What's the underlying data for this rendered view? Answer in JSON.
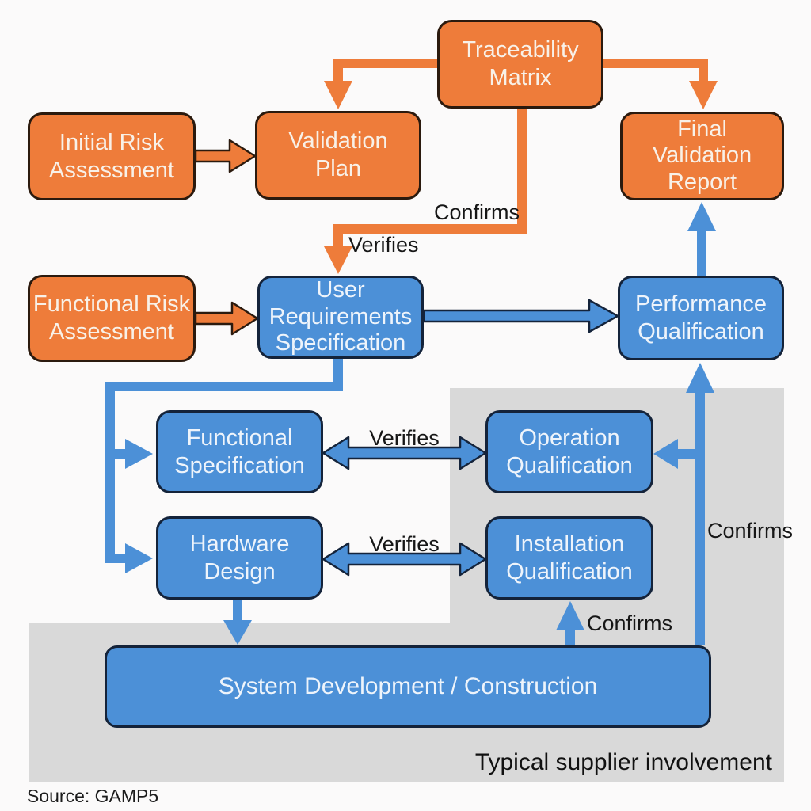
{
  "title": "GAMP5 computer system validation V-model",
  "colors": {
    "orange": "#ee7c3a",
    "orange_border": "#2b1a0e",
    "blue": "#4c90d7",
    "blue_border": "#14233a",
    "gray_region": "#d9d9d9",
    "background": "#fbfafa",
    "label_text": "#161616",
    "node_text_orange": "#f8f1e8",
    "node_text_blue": "#eef4fb"
  },
  "nodes": {
    "traceability_matrix": {
      "label": "Traceability\nMatrix",
      "type": "orange"
    },
    "initial_risk_assessment": {
      "label": "Initial Risk\nAssessment",
      "type": "orange"
    },
    "validation_plan": {
      "label": "Validation\nPlan",
      "type": "orange"
    },
    "final_validation_report": {
      "label": "Final\nValidation\nReport",
      "type": "orange"
    },
    "functional_risk_assessment": {
      "label": "Functional Risk\nAssessment",
      "type": "orange"
    },
    "user_requirements_specification": {
      "label": "User\nRequirements\nSpecification",
      "type": "blue"
    },
    "performance_qualification": {
      "label": "Performance\nQualification",
      "type": "blue"
    },
    "functional_specification": {
      "label": "Functional\nSpecification",
      "type": "blue"
    },
    "operation_qualification": {
      "label": "Operation\nQualification",
      "type": "blue"
    },
    "hardware_design": {
      "label": "Hardware\nDesign",
      "type": "blue"
    },
    "installation_qualification": {
      "label": "Installation\nQualification",
      "type": "blue"
    },
    "system_development": {
      "label": "System Development / Construction",
      "type": "blue"
    }
  },
  "edge_labels": {
    "confirms_top": "Confirms",
    "verifies_top": "Verifies",
    "verifies_fs_oq": "Verifies",
    "verifies_hd_iq": "Verifies",
    "confirms_right": "Confirms",
    "confirms_sd_iq": "Confirms"
  },
  "edges": [
    {
      "from": "initial_risk_assessment",
      "to": "validation_plan",
      "color": "orange"
    },
    {
      "from": "traceability_matrix",
      "to": "validation_plan",
      "color": "orange"
    },
    {
      "from": "traceability_matrix",
      "to": "final_validation_report",
      "color": "orange"
    },
    {
      "from": "traceability_matrix",
      "to": "user_requirements_specification",
      "color": "orange",
      "labels": [
        "Confirms",
        "Verifies"
      ]
    },
    {
      "from": "functional_risk_assessment",
      "to": "user_requirements_specification",
      "color": "orange"
    },
    {
      "from": "user_requirements_specification",
      "to": "performance_qualification",
      "color": "blue"
    },
    {
      "from": "performance_qualification",
      "to": "final_validation_report",
      "color": "blue"
    },
    {
      "from": "user_requirements_specification",
      "to": "functional_specification",
      "color": "blue"
    },
    {
      "from": "user_requirements_specification",
      "to": "hardware_design",
      "color": "blue"
    },
    {
      "from": "functional_specification",
      "to": "operation_qualification",
      "color": "blue",
      "bidirectional": true,
      "labels": [
        "Verifies"
      ]
    },
    {
      "from": "hardware_design",
      "to": "installation_qualification",
      "color": "blue",
      "bidirectional": true,
      "labels": [
        "Verifies"
      ]
    },
    {
      "from": "hardware_design",
      "to": "system_development",
      "color": "blue"
    },
    {
      "from": "system_development",
      "to": "installation_qualification",
      "color": "blue",
      "labels": [
        "Confirms"
      ]
    },
    {
      "from": "system_development",
      "to": "performance_qualification",
      "color": "blue",
      "labels": [
        "Confirms"
      ]
    },
    {
      "from": "system_development",
      "to": "operation_qualification",
      "color": "blue"
    }
  ],
  "annotations": {
    "supplier_region": "Typical supplier involvement",
    "source": "Source: GAMP5"
  }
}
